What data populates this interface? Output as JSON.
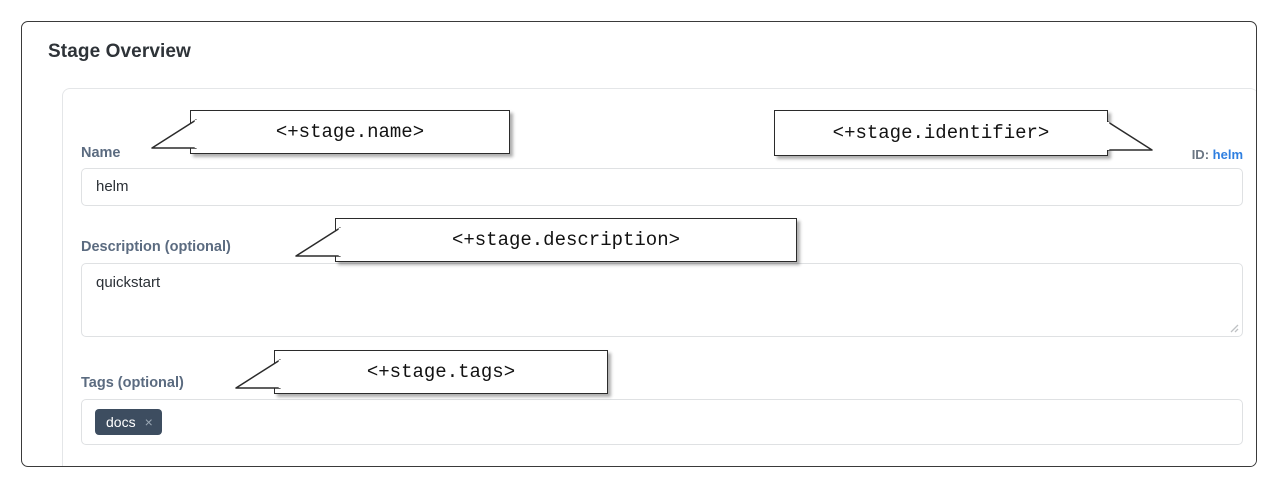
{
  "page": {
    "title": "Stage Overview"
  },
  "card": {
    "fields": {
      "name": {
        "label": "Name",
        "value": "helm",
        "id_key": "ID:",
        "id_value": "helm"
      },
      "description": {
        "label": "Description (optional)",
        "value": "quickstart",
        "resize_handle_icon": "resize-grip-icon"
      },
      "tags": {
        "label": "Tags (optional)",
        "chips": [
          {
            "label": "docs",
            "close_icon": "×"
          }
        ]
      }
    }
  },
  "callouts": {
    "name": "<+stage.name>",
    "identifier": "<+stage.identifier>",
    "description": "<+stage.description>",
    "tags": "<+stage.tags>"
  },
  "colors": {
    "frame_border": "#3a3a3a",
    "heading": "#2e3338",
    "field_label": "#5b6b80",
    "id_key": "#6b7683",
    "id_value": "#2f7fe0",
    "input_border": "#dfe1e3",
    "input_text": "#2b3036",
    "chip_bg": "#3d4d60",
    "chip_text": "#ffffff",
    "chip_close": "#9aa7b4",
    "callout_border": "#2b2b2b",
    "callout_text": "#121212",
    "page_bg": "#ffffff"
  }
}
